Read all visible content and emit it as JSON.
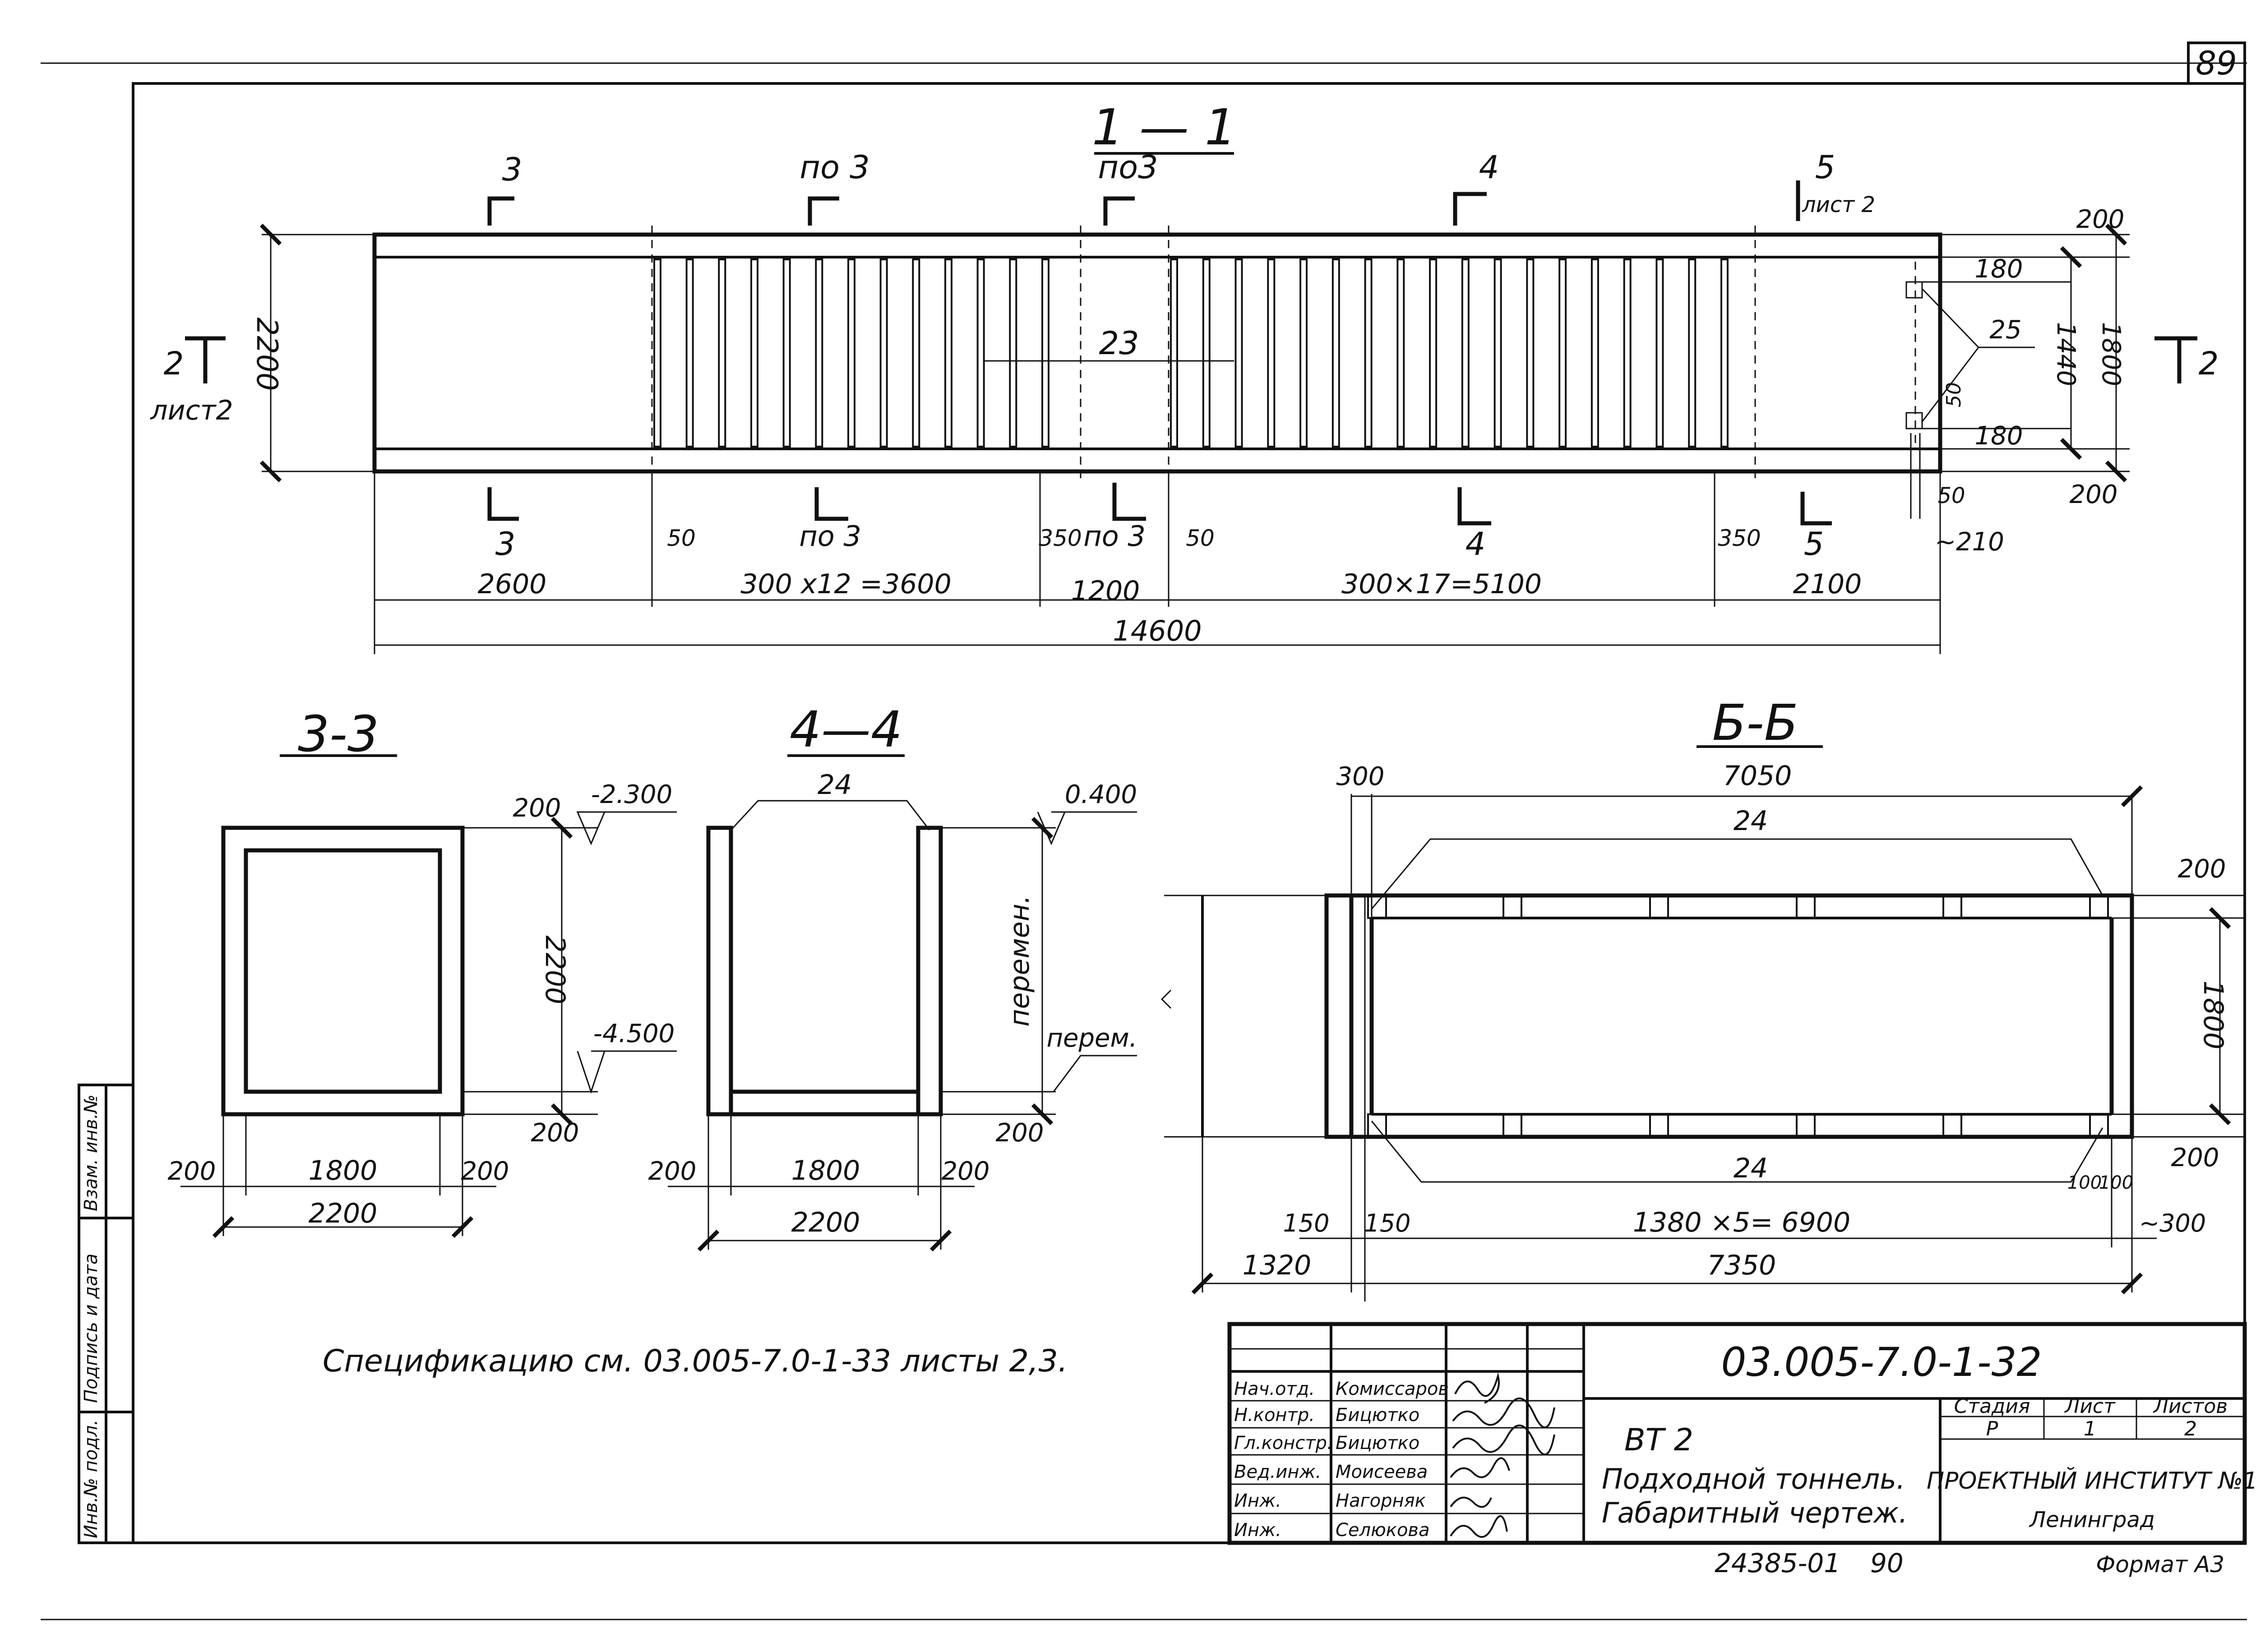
{
  "page_number": "89",
  "section_1": {
    "title": "1 — 1",
    "markers_top": [
      "3",
      "по 3",
      "по3",
      "4",
      "5"
    ],
    "marker_5_sheet": "лист 2",
    "markers_bottom": [
      "3",
      "по 3",
      "по 3",
      "4",
      "5"
    ],
    "side_marker_left": "2",
    "side_marker_left_sheet": "лист2",
    "side_marker_right": "2",
    "height_dim": "2200",
    "span_label": "23",
    "right_dims": [
      "200",
      "180",
      "25",
      "1440",
      "1800",
      "50",
      "180",
      "200",
      "50",
      "~210"
    ],
    "small_dims": [
      "50",
      "350",
      "50",
      "350"
    ],
    "bottom_dims": [
      "2600",
      "300 x12 =3600",
      "1200",
      "300×17=5100",
      "2100"
    ],
    "total_length": "14600"
  },
  "section_3": {
    "title": "3-3",
    "top_thickness": "200",
    "level_top": "-2.300",
    "height": "2200",
    "level_bottom": "-4.500",
    "bottom_thickness": "200",
    "wall_left": "200",
    "inner_width": "1800",
    "wall_right": "200",
    "outer_width": "2200"
  },
  "section_4": {
    "title": "4—4",
    "slab_label": "24",
    "level_top": "0.400",
    "height_label": "перемен.",
    "height_label_2": "перем.",
    "bottom_thickness": "200",
    "wall_left": "200",
    "inner_width": "1800",
    "wall_right": "200",
    "outer_width": "2200"
  },
  "section_6": {
    "title": "Б-Б",
    "offset_left": "300",
    "span": "7050",
    "slab_top_label": "24",
    "slab_bottom_label": "24",
    "top_thickness": "200",
    "height": "1800",
    "bottom_thickness": "200",
    "dim_150a": "150",
    "dim_150b": "150",
    "bay_dims": "1380 ×5= 6900",
    "dim_100a": "100",
    "dim_100b": "100",
    "dim_300": "~300",
    "dim_1320": "1320",
    "overall": "7350"
  },
  "spec_note": "Спецификацию см. 03.005-7.0-1-33 листы 2,3.",
  "side_stamp": [
    "Инв.№ подл.",
    "Подпись и дата",
    "Взам. инв.№"
  ],
  "title_block": {
    "doc_code": "03.005-7.0-1-32",
    "roles": [
      {
        "role": "Нач.отд.",
        "name": "Комиссаров"
      },
      {
        "role": "Н.контр.",
        "name": "Бицютко"
      },
      {
        "role": "Гл.констр.",
        "name": "Бицютко"
      },
      {
        "role": "Вед.инж.",
        "name": "Моисеева"
      },
      {
        "role": "Инж.",
        "name": "Нагорняк"
      },
      {
        "role": "Инж.",
        "name": "Селюкова"
      }
    ],
    "mark": "ВТ 2",
    "description_1": "Подходной тоннель.",
    "description_2": "Габаритный чертеж.",
    "stage_header": "Стадия",
    "sheet_header": "Лист",
    "sheets_header": "Листов",
    "stage": "Р",
    "sheet": "1",
    "sheets": "2",
    "org": "ПРОЕКТНЫЙ ИНСТИТУТ №1",
    "city": "Ленинград"
  },
  "inventory": "24385-01",
  "inventory_page": "90",
  "format": "Формат А3"
}
